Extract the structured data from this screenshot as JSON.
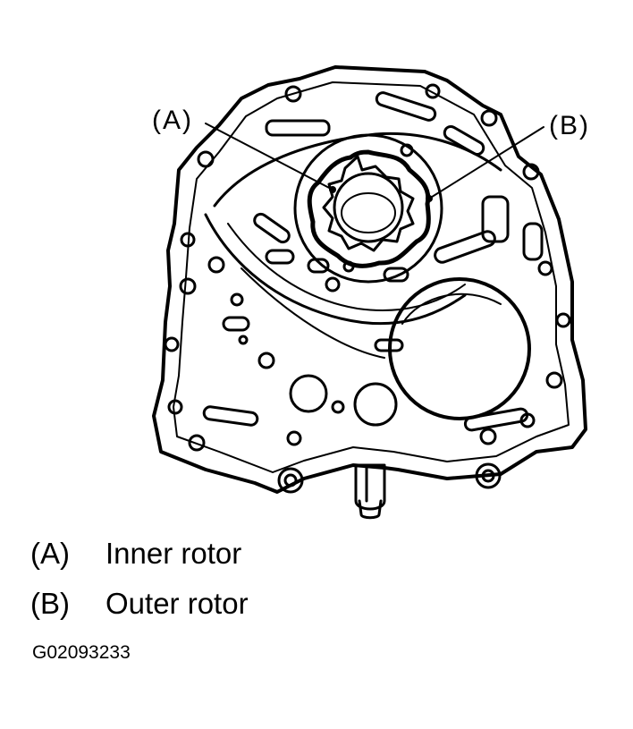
{
  "callouts": {
    "a": "(A)",
    "b": "(B)"
  },
  "legend": [
    {
      "key": "(A)",
      "text": "Inner rotor"
    },
    {
      "key": "(B)",
      "text": "Outer rotor"
    }
  ],
  "figure_id": "G02093233",
  "colors": {
    "ink": "#000000",
    "paper": "#ffffff"
  }
}
